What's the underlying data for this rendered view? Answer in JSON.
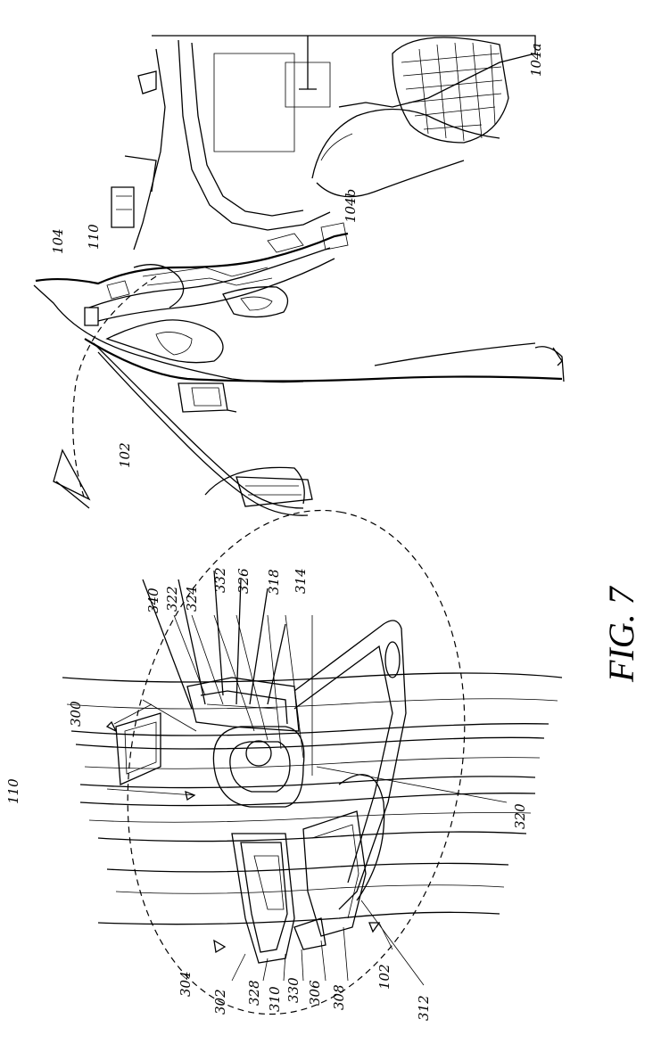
{
  "figure": {
    "title": "FIG. 7"
  },
  "labels": {
    "l104a": "104a",
    "l104b": "104b",
    "l104": "104",
    "l110_top": "110",
    "l102_top": "102",
    "l300": "300",
    "l110_detail": "110",
    "l340": "340",
    "l322": "322",
    "l324": "324",
    "l332": "332",
    "l326": "326",
    "l318": "318",
    "l314": "314",
    "l320": "320",
    "l304": "304",
    "l302": "302",
    "l328": "328",
    "l310": "310",
    "l330": "330",
    "l306": "306",
    "l308": "308",
    "l102_detail": "102",
    "l312": "312"
  }
}
